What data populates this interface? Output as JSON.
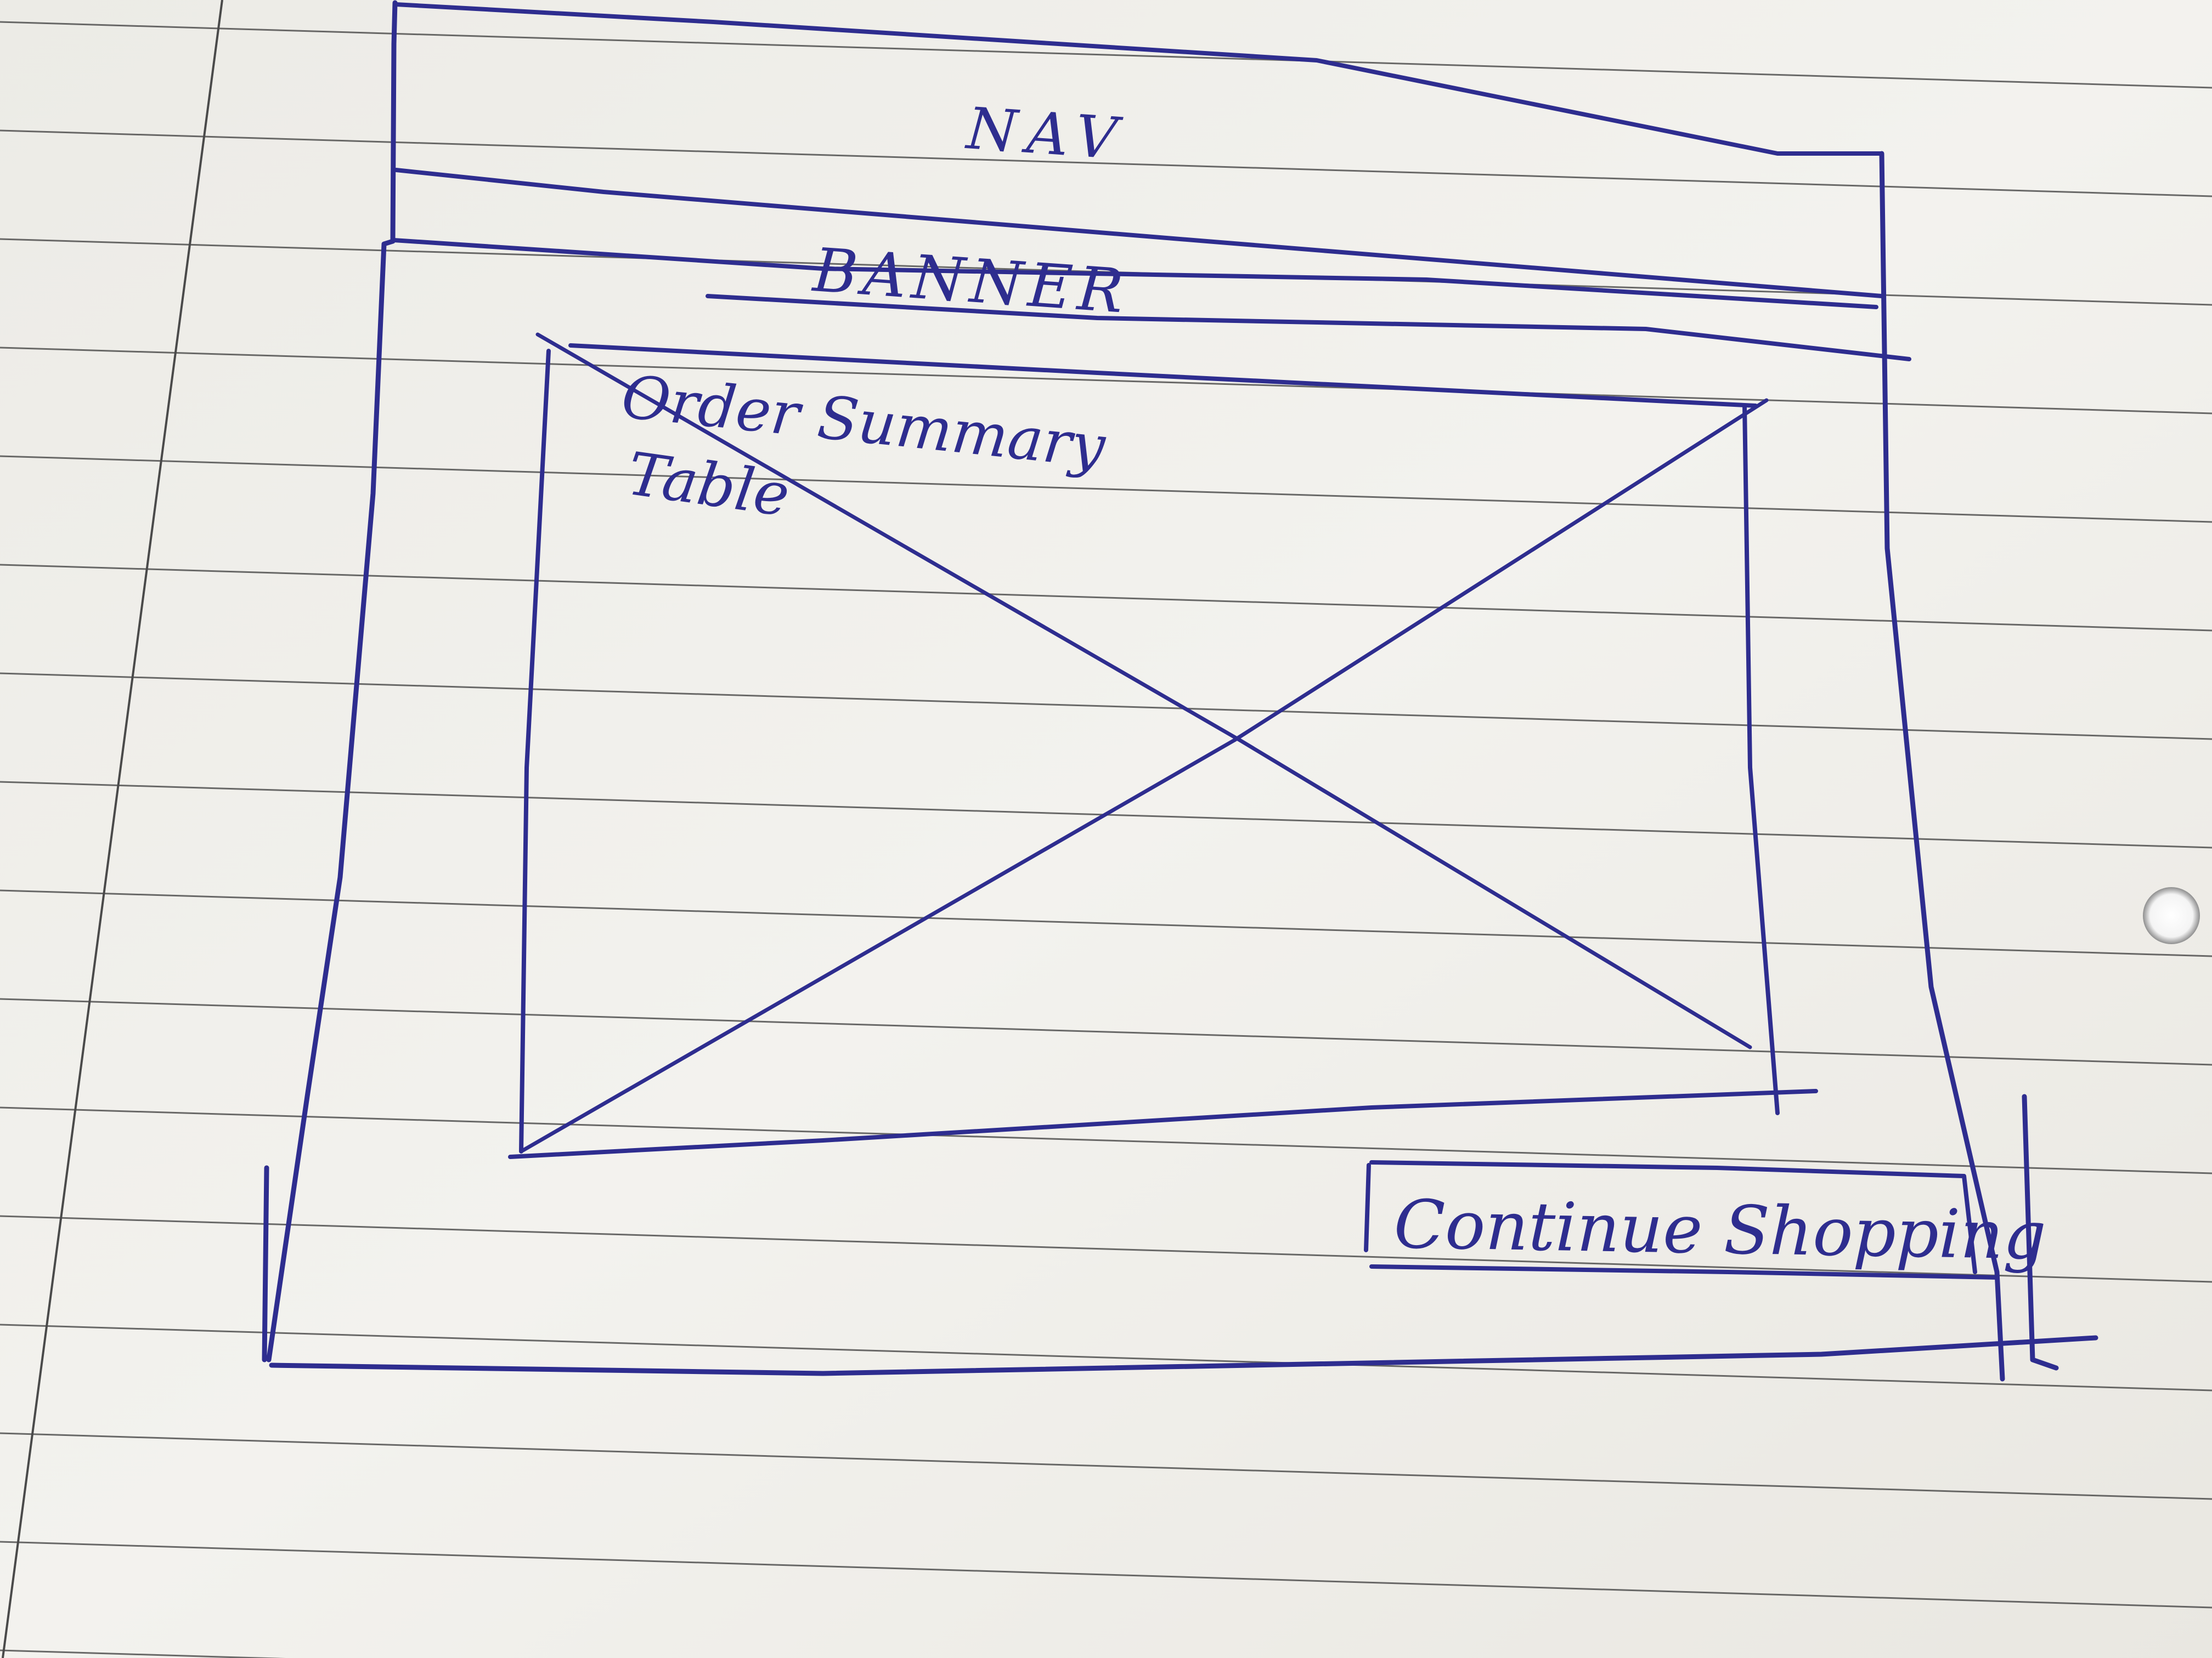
{
  "sketch": {
    "nav_label": "NAV",
    "banner_label": "BANNER",
    "order_summary_label_line1": "Order Summary",
    "order_summary_label_line2": "Table",
    "button_label": "Continue Shopping"
  },
  "colors": {
    "paper": "#f1efea",
    "ruled_line": "#3b3b3b",
    "ink": "#2e2d8f"
  }
}
